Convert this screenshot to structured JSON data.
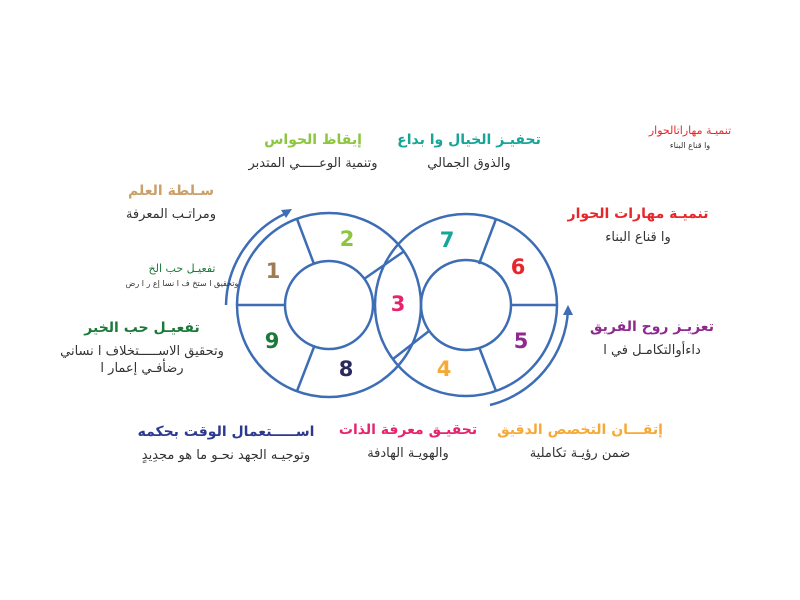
{
  "colors": {
    "line": "#3d6db5"
  },
  "segments": [
    {
      "number": "1",
      "color": "#a07a50"
    },
    {
      "number": "2",
      "color": "#8cc63f"
    },
    {
      "number": "3",
      "color": "#e6246e"
    },
    {
      "number": "4",
      "color": "#f7a935"
    },
    {
      "number": "5",
      "color": "#8e2a8e"
    },
    {
      "number": "6",
      "color": "#e8262a"
    },
    {
      "number": "7",
      "color": "#16a596"
    },
    {
      "number": "8",
      "color": "#2b2a5e"
    },
    {
      "number": "9",
      "color": "#1b7a3a"
    }
  ],
  "labels": {
    "senses": {
      "title": "إيقاظ الحواس",
      "sub": "وتنمية الوعـــــي المتدبر"
    },
    "imagination": {
      "title": "تحفيـز الخيال وا بداع",
      "sub": "والذوق الجمالي"
    },
    "knowledge": {
      "title": "سـلطة العلم",
      "sub": "ومراتـب المعرفة"
    },
    "dialogue_small": {
      "title": "تنميـة مهاراتالحوار",
      "sub": "وا قناع البناء"
    },
    "dialogue": {
      "title": "تنميـة مهارات الحوار",
      "sub": "وا قناع البناء"
    },
    "goodness_small": {
      "title": "تفعيـل حب الخ",
      "sub": "وتحقيق ا ستخ ف ا نسا  إع ر ا رض"
    },
    "goodness": {
      "title": "تفعيـل حب الخير",
      "sub1": "وتحقيق الاســـــتخلاف ا نساني",
      "sub2": "رضأفـي إعمار ا"
    },
    "team": {
      "title": "تعزيـز روح الفريق",
      "sub": "داءأوالتكامـل في ا"
    },
    "specialization": {
      "title": "إتقـــان التخصص الدقيق",
      "sub": "ضمن رؤيـة تكاملية"
    },
    "self": {
      "title": "تحقيـق معرفة الذات",
      "sub": "والهويـة الهادفة"
    },
    "time": {
      "title": "اســـــتعمال الوقت بحكمه",
      "sub": "وتوجيـه الجهد نحـو ما هو مجدِيدٍ"
    }
  }
}
